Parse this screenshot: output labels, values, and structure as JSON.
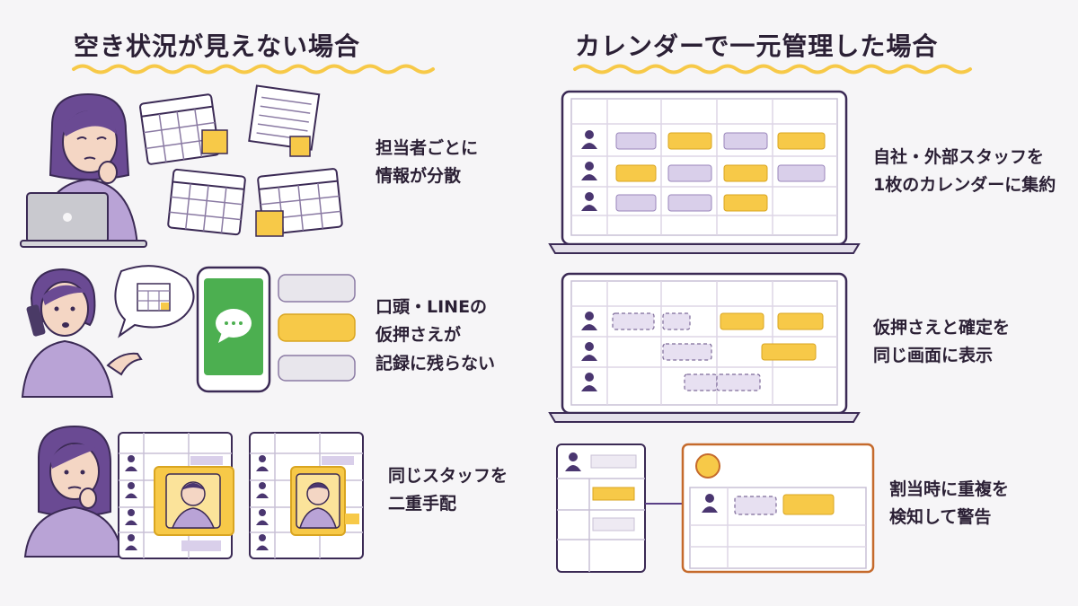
{
  "left": {
    "title": "空き状況が見えない場合",
    "rows": [
      {
        "lines": [
          "担当者ごとに",
          "情報が分散"
        ]
      },
      {
        "lines": [
          "口頭・LINEの",
          "仮押さえが",
          "記録に残らない"
        ]
      },
      {
        "lines": [
          "同じスタッフを",
          "二重手配"
        ]
      }
    ]
  },
  "right": {
    "title": "カレンダーで一元管理した場合",
    "rows": [
      {
        "lines": [
          "自社・外部スタッフを",
          "1枚のカレンダーに集約"
        ]
      },
      {
        "lines": [
          "仮押さえと確定を",
          "同じ画面に表示"
        ]
      },
      {
        "lines": [
          "割当時に重複を",
          "検知して警告"
        ]
      }
    ]
  },
  "colors": {
    "purple": "#5a3f86",
    "lavender": "#d9cfea",
    "yellow": "#f7c948",
    "green": "#4caf50",
    "orange": "#c56a2c"
  }
}
